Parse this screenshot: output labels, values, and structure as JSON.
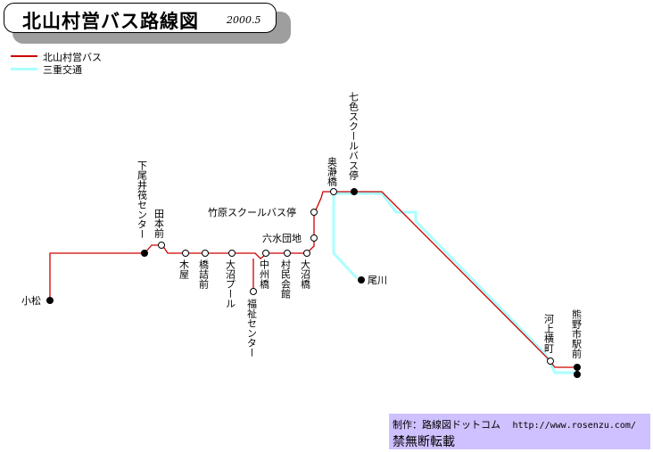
{
  "title": "北山村営バス路線図",
  "date": "2000.5",
  "colors": {
    "kitayama": "#cc0000",
    "sanco": "#aaffff"
  },
  "legend": [
    {
      "label": "北山村営バス",
      "color": "#cc0000"
    },
    {
      "label": "三重交通",
      "color": "#aaffff"
    }
  ],
  "stops": {
    "komatsu": "小松",
    "shimo_oi": "下尾井筏センター",
    "tamoto": "田本前",
    "kiya": "木屋",
    "hashizume": "橋詰前",
    "onuma_pool": "大沼プール",
    "fukushi": "福祉センター",
    "nakasu": "中州橋",
    "sonmin": "村民会館",
    "onuma_bashi": "大沼橋",
    "rokusui": "六水団地",
    "takehara": "竹原スクールバス停",
    "okudoro": "奥瀞橋",
    "shichiiro": "七色スクールバス停",
    "ogawa": "尾川",
    "kawakami": "河上横町",
    "kumano": "熊野市駅前"
  },
  "credit": {
    "maker": "制作：路線図ドットコム",
    "url": "http://www.rosenzu.com/",
    "notice": "禁無断転載"
  }
}
